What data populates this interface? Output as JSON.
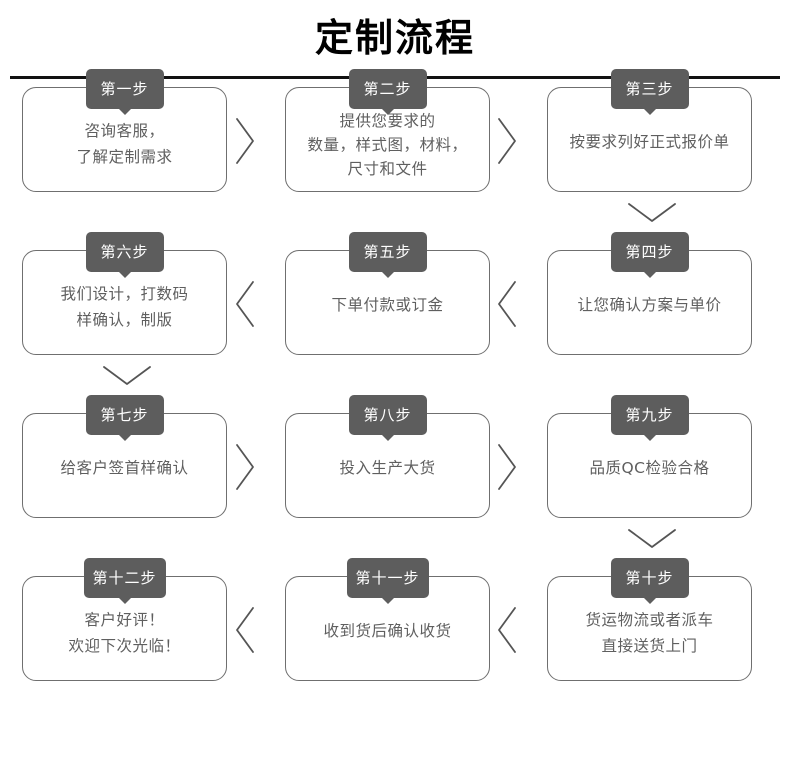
{
  "header": {
    "title": "定制流程"
  },
  "colors": {
    "badge_bg": "#5d5d5d",
    "card_border": "#6f6f6f",
    "card_text": "#5f5f5f",
    "divider": "#111111",
    "connector": "#555555"
  },
  "flow": {
    "rows": [
      {
        "direction": "ltr",
        "steps": [
          {
            "badge": "第一步",
            "lines": [
              "咨询客服，",
              "了解定制需求"
            ]
          },
          {
            "badge": "第二步",
            "lines": [
              "提供您要求的",
              "数量，样式图，材料，",
              "尺寸和文件"
            ]
          },
          {
            "badge": "第三步",
            "lines": [
              "按要求列好正式报价单"
            ]
          }
        ],
        "connectors": [
          "chevron-right-icon",
          "chevron-right-icon"
        ],
        "down_connector": {
          "column": 2,
          "icon": "chevron-down-icon"
        }
      },
      {
        "direction": "rtl",
        "steps": [
          {
            "badge": "第六步",
            "lines": [
              "我们设计，打数码",
              "样确认，制版"
            ]
          },
          {
            "badge": "第五步",
            "lines": [
              "下单付款或订金"
            ]
          },
          {
            "badge": "第四步",
            "lines": [
              "让您确认方案与单价"
            ]
          }
        ],
        "connectors": [
          "chevron-left-icon",
          "chevron-left-icon"
        ],
        "down_connector": {
          "column": 0,
          "icon": "chevron-down-icon"
        }
      },
      {
        "direction": "ltr",
        "steps": [
          {
            "badge": "第七步",
            "lines": [
              "给客户签首样确认"
            ]
          },
          {
            "badge": "第八步",
            "lines": [
              "投入生产大货"
            ]
          },
          {
            "badge": "第九步",
            "lines": [
              "品质QC检验合格"
            ]
          }
        ],
        "connectors": [
          "chevron-right-icon",
          "chevron-right-icon"
        ],
        "down_connector": {
          "column": 2,
          "icon": "chevron-down-icon"
        }
      },
      {
        "direction": "rtl",
        "steps": [
          {
            "badge": "第十二步",
            "lines": [
              "客户好评！",
              "欢迎下次光临！"
            ]
          },
          {
            "badge": "第十一步",
            "lines": [
              "收到货后确认收货"
            ]
          },
          {
            "badge": "第十步",
            "lines": [
              "货运物流或者派车",
              "直接送货上门"
            ]
          }
        ],
        "connectors": [
          "chevron-left-icon",
          "chevron-left-icon"
        ],
        "down_connector": null
      }
    ]
  }
}
